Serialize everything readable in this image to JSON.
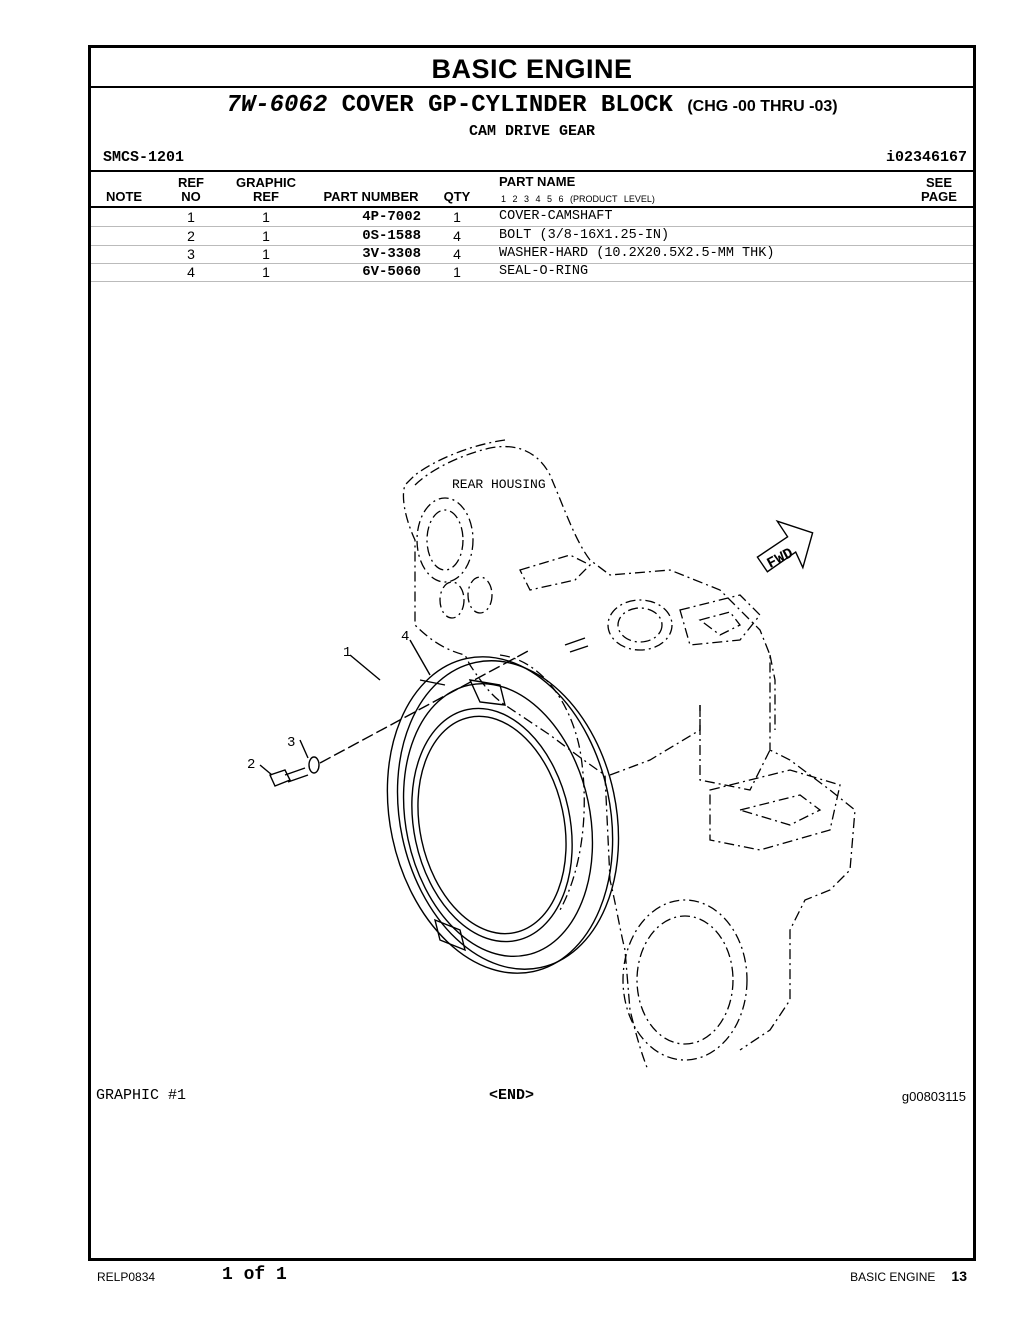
{
  "header": {
    "section_title": "BASIC ENGINE",
    "group_part_number": "7W-6062",
    "group_name": "COVER GP-CYLINDER BLOCK",
    "serial_range": "(CHG -00 THRU -03)",
    "subtitle": "CAM DRIVE GEAR",
    "smcs": "SMCS-1201",
    "document_id": "i02346167"
  },
  "table": {
    "headers": {
      "note": "NOTE",
      "ref_top": "REF",
      "ref_bottom": "NO",
      "graphic_top": "GRAPHIC",
      "graphic_bottom": "REF",
      "part_number": "PART NUMBER",
      "qty": "QTY",
      "part_name": "PART NAME",
      "product_levels": "1 2 3 4 5 6 (PRODUCT LEVEL)",
      "see_top": "SEE",
      "see_bottom": "PAGE"
    },
    "rows": [
      {
        "ref": "1",
        "graphic": "1",
        "part_number": "4P-7002",
        "qty": "1",
        "part_name": "COVER-CAMSHAFT"
      },
      {
        "ref": "2",
        "graphic": "1",
        "part_number": "0S-1588",
        "qty": "4",
        "part_name": "BOLT (3/8-16X1.25-IN)"
      },
      {
        "ref": "3",
        "graphic": "1",
        "part_number": "3V-3308",
        "qty": "4",
        "part_name": "WASHER-HARD (10.2X20.5X2.5-MM THK)"
      },
      {
        "ref": "4",
        "graphic": "1",
        "part_number": "6V-5060",
        "qty": "1",
        "part_name": "SEAL-O-RING"
      }
    ]
  },
  "illustration": {
    "housing_label": "REAR HOUSING",
    "fwd_label": "FWD",
    "callouts": [
      "1",
      "2",
      "3",
      "4"
    ],
    "graphic_label": "GRAPHIC #1",
    "end_label": "<END>",
    "graphic_id": "g00803115"
  },
  "footer": {
    "doc_code": "RELP0834",
    "page_of": "1 of 1",
    "section": "BASIC ENGINE",
    "page_number": "13"
  }
}
